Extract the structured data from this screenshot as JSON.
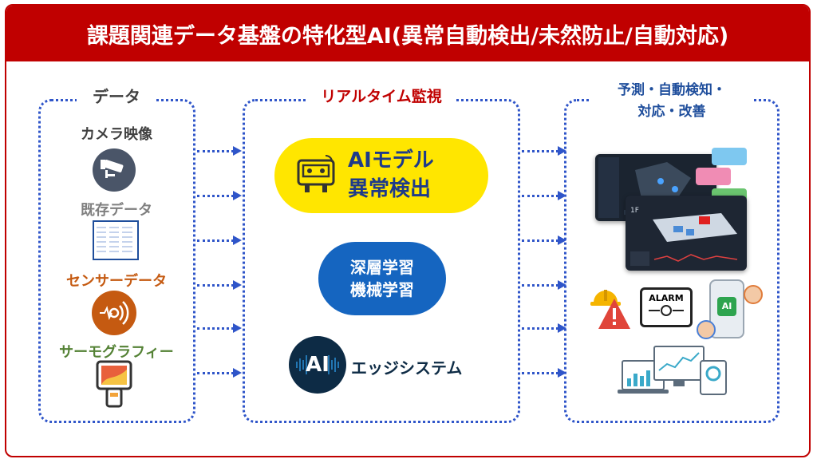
{
  "header": {
    "title": "課題関連データ基盤の特化型AI(異常自動検出/未然防止/自動対応)"
  },
  "left_panel": {
    "title": "データ",
    "items": [
      {
        "label": "カメラ映像",
        "color": "#404040",
        "icon": "cctv-camera-icon"
      },
      {
        "label": "既存データ",
        "color": "#7f7f7f",
        "icon": "data-table-icon"
      },
      {
        "label": "センサーデータ",
        "color": "#c55a11",
        "icon": "sensor-icon"
      },
      {
        "label": "サーモグラフィー",
        "color": "#548235",
        "icon": "thermography-icon"
      }
    ]
  },
  "middle_panel": {
    "title": "リアルタイム監視",
    "ai_model": {
      "line1": "AIモデル",
      "line2": "異常検出"
    },
    "deep_learning": {
      "line1": "深層学習",
      "line2": "機械学習"
    },
    "edge": {
      "badge": "AI",
      "label": "エッジシステム"
    }
  },
  "right_panel": {
    "title_line1": "予測・自動検知・",
    "title_line2": "対応・改善",
    "dashboard_floor": "1F",
    "alarm_label": "ALARM",
    "phone_badge": "AI"
  },
  "colors": {
    "brand_red": "#c00000",
    "dotted_blue": "#2f55c9",
    "yellow": "#ffe600",
    "blue": "#1565c0",
    "navy": "#0d2b45"
  }
}
